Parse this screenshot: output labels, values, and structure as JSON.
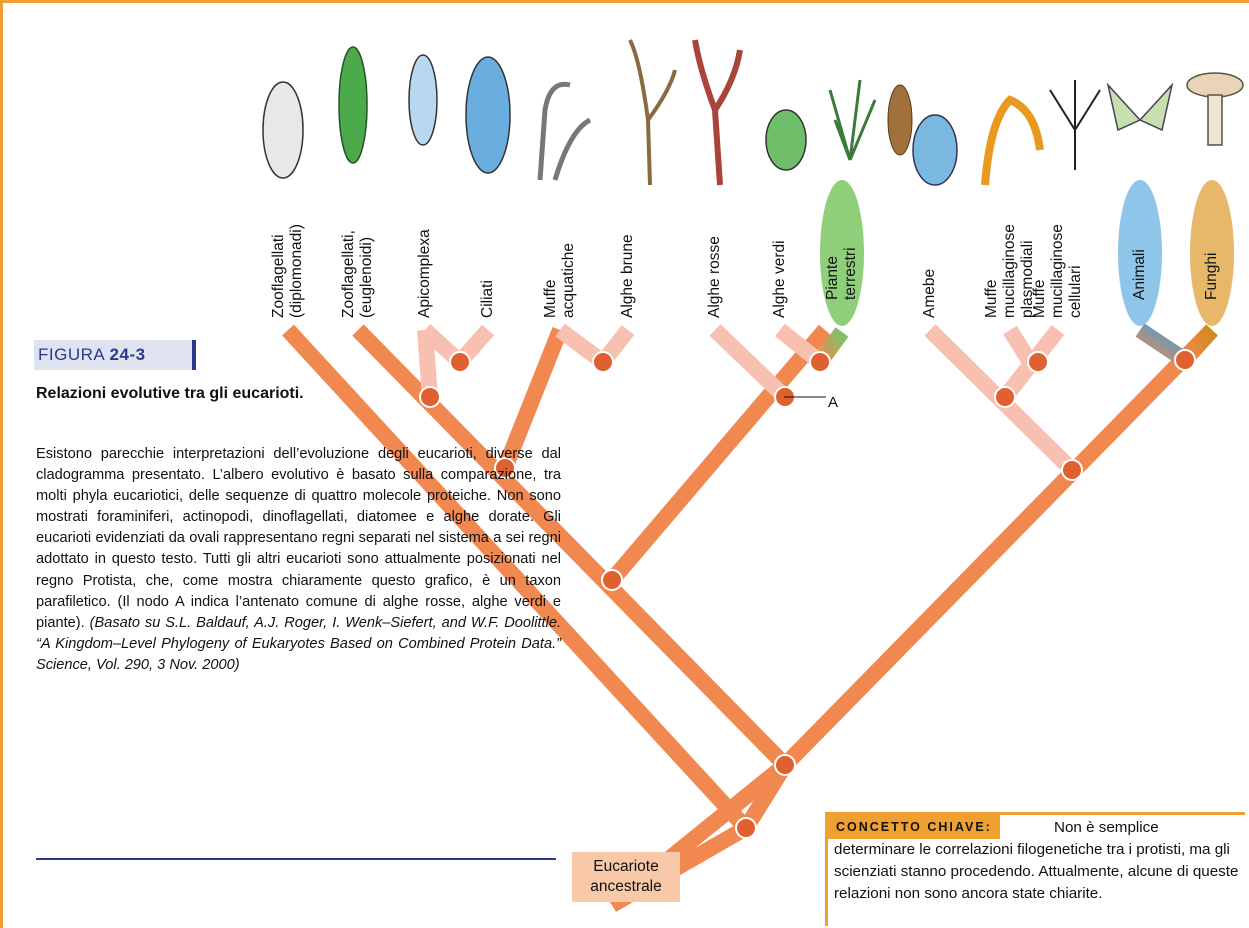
{
  "figure": {
    "label_prefix": "FIGURA",
    "label_number": "24-3",
    "title": "Relazioni evolutive tra gli eucarioti.",
    "caption": "Esistono parecchie interpretazioni dell’evoluzione degli eucarioti, diverse dal cladogramma presentato. L’albero evolutivo è basato sulla comparazione, tra molti phyla eucariotici, delle sequenze di quattro molecole proteiche. Non sono mostrati foraminiferi, actinopodi, dinoflagellati, diatomee e alghe dorate. Gli eucarioti evidenziati da ovali rappresentano regni separati nel sistema a sei regni adottato in questo testo. Tutti gli altri eucarioti sono attualmente posizionati nel regno Protista, che, come mostra chiaramente questo grafico, è un taxon parafiletico. (Il nodo A indica l’antenato comune di alghe rosse, alghe verdi e piante).",
    "citation": "(Basato su S.L. Baldauf, A.J. Roger, I. Wenk–Siefert, and W.F. Doolittle. “A Kingdom–Level Phylogeny of Eukaryotes Based on Combined Protein Data.” Science, Vol. 290, 3 Nov. 2000)"
  },
  "taxa": [
    {
      "label": "Zooflagellati\n(diplomonadi)",
      "kingdom": false
    },
    {
      "label": "Zooflagellati,\n(euglenoidi)",
      "kingdom": false
    },
    {
      "label": "Apicomplexa",
      "kingdom": false
    },
    {
      "label": "Ciliati",
      "kingdom": false
    },
    {
      "label": "Muffe\nacquatiche",
      "kingdom": false
    },
    {
      "label": "Alghe brune",
      "kingdom": false
    },
    {
      "label": "Alghe rosse",
      "kingdom": false
    },
    {
      "label": "Alghe verdi",
      "kingdom": false
    },
    {
      "label": "Piante\nterrestri",
      "kingdom": true,
      "color": "#8fcf7a"
    },
    {
      "label": "Amebe",
      "kingdom": false
    },
    {
      "label": "Muffe\nmucillaginose\nplasmodiali",
      "kingdom": false
    },
    {
      "label": "Muffe\nmucillaginose\ncellulari",
      "kingdom": false
    },
    {
      "label": "Animali",
      "kingdom": true,
      "color": "#8fc5e8"
    },
    {
      "label": "Funghi",
      "kingdom": true,
      "color": "#e8b86a"
    }
  ],
  "node_label": "A",
  "root_label": "Eucariote\nancestrale",
  "concept": {
    "heading": "CONCETTO CHIAVE:",
    "text": "Non è semplice determinare le correlazioni filogenetiche tra i protisti, ma gli scienziati stanno procedendo. Attualmente, alcune di queste relazioni non sono ancora state chiarite."
  },
  "colors": {
    "branch": "#f08850",
    "branch_light": "#f8c0b0",
    "node": "#e06030",
    "frame": "#f0a030",
    "accent": "#2b3a8c"
  }
}
